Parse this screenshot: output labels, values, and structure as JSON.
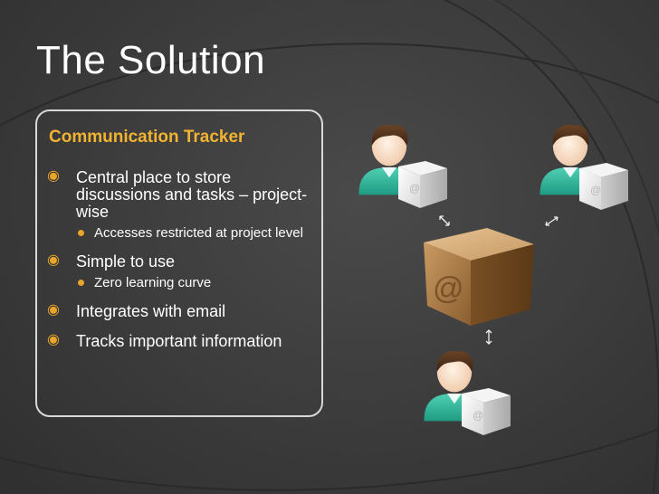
{
  "slide": {
    "title": "The Solution",
    "subtitle": "Communication Tracker",
    "bullets": [
      {
        "text": "Central place to store discussions and tasks – project-wise",
        "sub": [
          "Accesses restricted at project level"
        ]
      },
      {
        "text": "Simple to use",
        "sub": [
          "Zero learning curve"
        ]
      },
      {
        "text": "Integrates with email",
        "sub": []
      },
      {
        "text": "Tracks important information",
        "sub": []
      }
    ]
  },
  "colors": {
    "background": "#3b3b3b",
    "title": "#ffffff",
    "subtitle": "#f2b331",
    "bullet": "#e9a42a",
    "panel_border": "#d8d8d8"
  },
  "icons": [
    "user-icon",
    "mail-box-icon",
    "email-server-box-icon",
    "arrow-icon"
  ]
}
